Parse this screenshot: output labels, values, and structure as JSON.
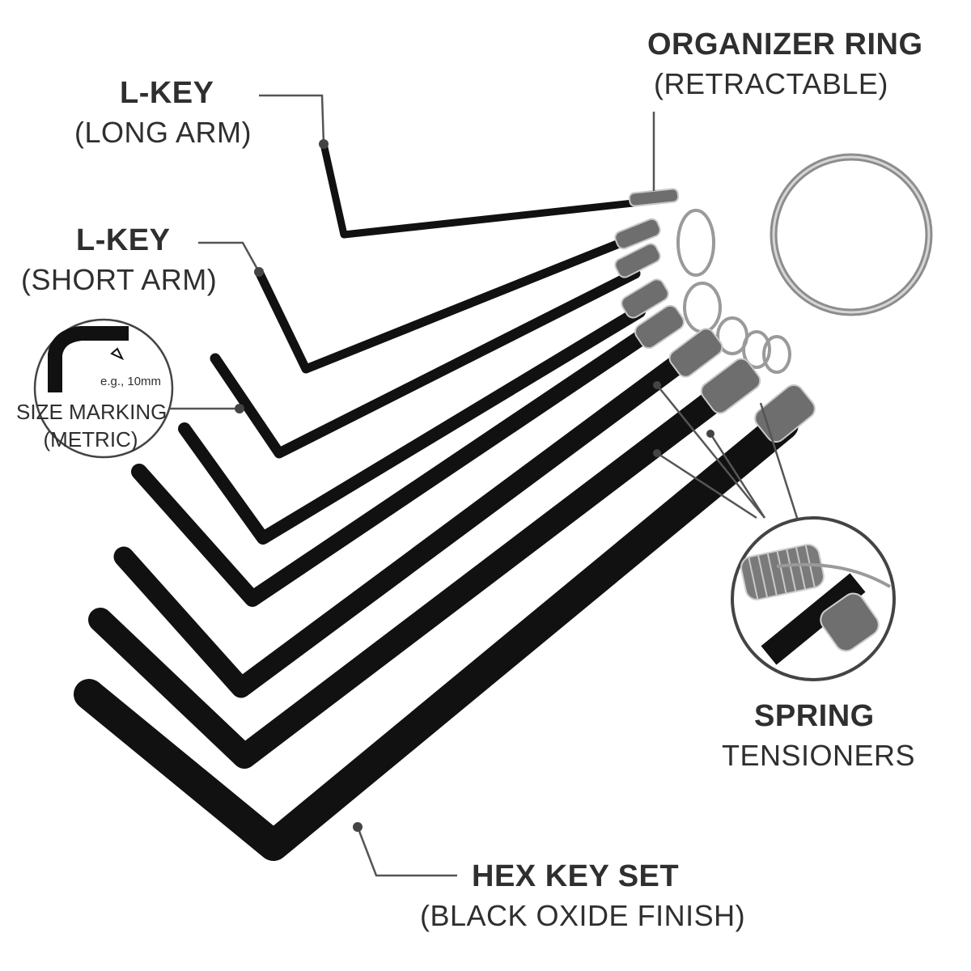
{
  "callouts": {
    "organizer_ring": {
      "title": "ORGANIZER RING",
      "subtitle": "(RETRACTABLE)"
    },
    "long_arm": {
      "title": "L-KEY",
      "subtitle": "(LONG ARM)"
    },
    "short_arm": {
      "title": "L-KEY",
      "subtitle": "(SHORT ARM)"
    },
    "size_marking": {
      "example": "e.g., 10mm",
      "title": "SIZE MARKING",
      "subtitle": "(METRIC)"
    },
    "spring": {
      "title": "SPRING",
      "subtitle": "TENSIONERS"
    },
    "hex_set": {
      "title": "HEX KEY SET",
      "subtitle": "(BLACK OXIDE FINISH)"
    }
  },
  "colors": {
    "key": "#111111",
    "ring": "#9a9a9a",
    "spring": "#8a8a8a",
    "leader": "#555555",
    "text": "#2f2f2f",
    "inset_border": "#444444"
  }
}
